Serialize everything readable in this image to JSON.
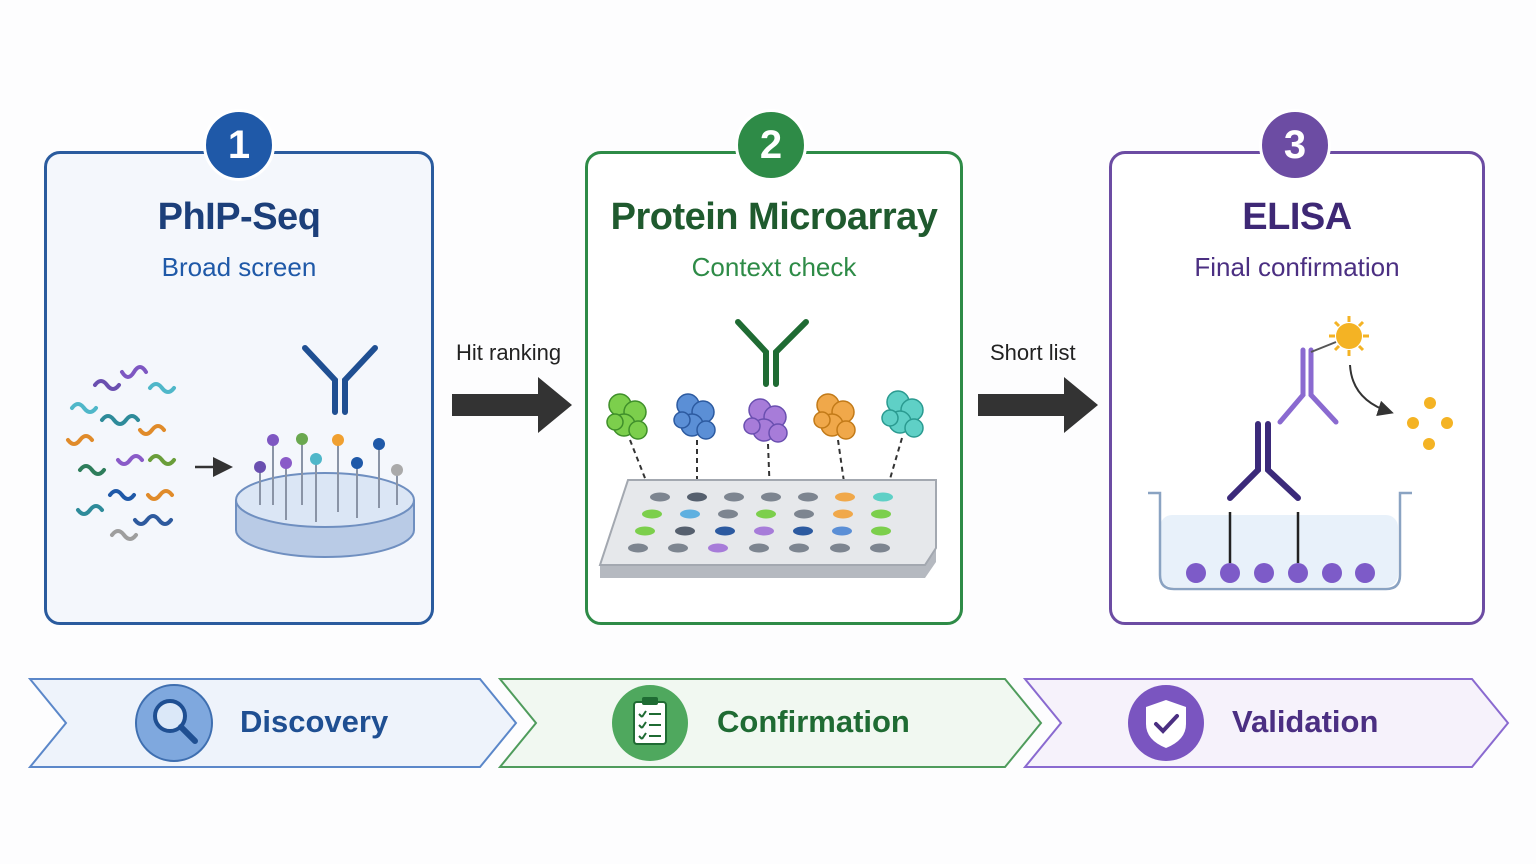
{
  "steps": [
    {
      "number": "1",
      "title": "PhIP-Seq",
      "subtitle": "Broad screen",
      "color": "#1f59a8"
    },
    {
      "number": "2",
      "title": "Protein Microarray",
      "subtitle": "Context check",
      "color": "#2e8b47"
    },
    {
      "number": "3",
      "title": "ELISA",
      "subtitle": "Final confirmation",
      "color": "#6c4ca3"
    }
  ],
  "transitions": [
    {
      "label": "Hit ranking"
    },
    {
      "label": "Short list"
    }
  ],
  "phases": [
    {
      "label": "Discovery",
      "icon": "magnifier-icon",
      "color": "#1f4f92"
    },
    {
      "label": "Confirmation",
      "icon": "clipboard-checklist-icon",
      "color": "#1f6b33"
    },
    {
      "label": "Validation",
      "icon": "shield-check-icon",
      "color": "#4b2f82"
    }
  ]
}
